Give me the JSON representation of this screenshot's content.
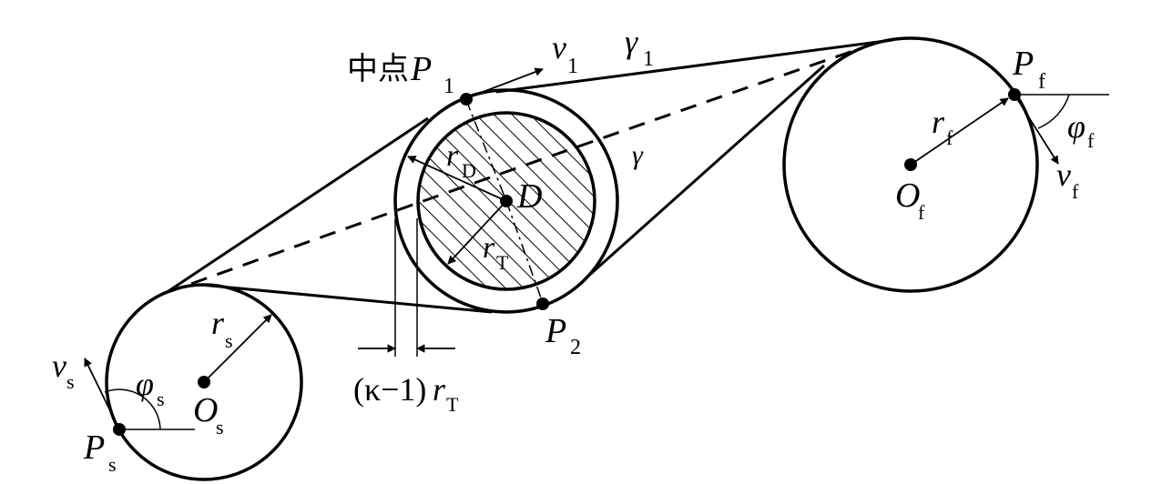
{
  "labels": {
    "midpoint_cjk": "中点",
    "P": "P",
    "sub_1": "1",
    "sub_2": "2",
    "sub_f": "f",
    "sub_s": "s",
    "sub_D": "D",
    "sub_T": "T",
    "v": "v",
    "gamma": "γ",
    "r": "r",
    "O": "O",
    "D": "D",
    "phi": "φ",
    "kappa_open": "(κ−1)"
  }
}
